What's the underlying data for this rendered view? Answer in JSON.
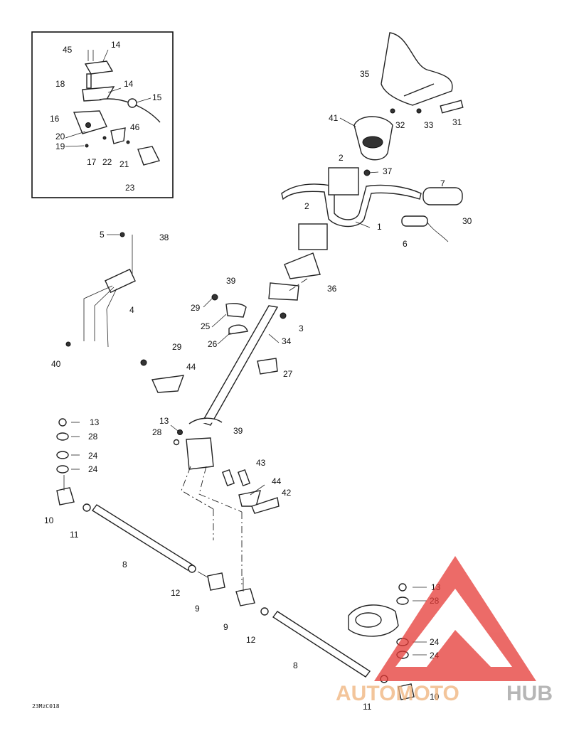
{
  "figure_code": "23MzC018",
  "watermark": {
    "part1": "AUTOMOTO",
    "part2": "HUB",
    "triangle_color": "#e53935",
    "text_color": "#f0b27a",
    "text2_color": "#9e9e9e"
  },
  "callouts": {
    "inset": [
      "45",
      "14",
      "18",
      "14",
      "15",
      "16",
      "20",
      "19",
      "46",
      "17",
      "22",
      "21",
      "23"
    ],
    "handlebar": [
      "35",
      "41",
      "32",
      "33",
      "31",
      "2",
      "37",
      "7",
      "2",
      "1",
      "30",
      "6",
      "36"
    ],
    "cable": [
      "5",
      "38",
      "4",
      "40"
    ],
    "column": [
      "39",
      "29",
      "25",
      "3",
      "26",
      "34",
      "29",
      "44",
      "27",
      "13",
      "28",
      "39",
      "43",
      "44",
      "42"
    ],
    "left_linkage": [
      "13",
      "28",
      "24",
      "24",
      "10",
      "11",
      "8",
      "12",
      "9"
    ],
    "right_linkage": [
      "9",
      "12",
      "8",
      "13",
      "28",
      "24",
      "24",
      "11",
      "10"
    ]
  }
}
